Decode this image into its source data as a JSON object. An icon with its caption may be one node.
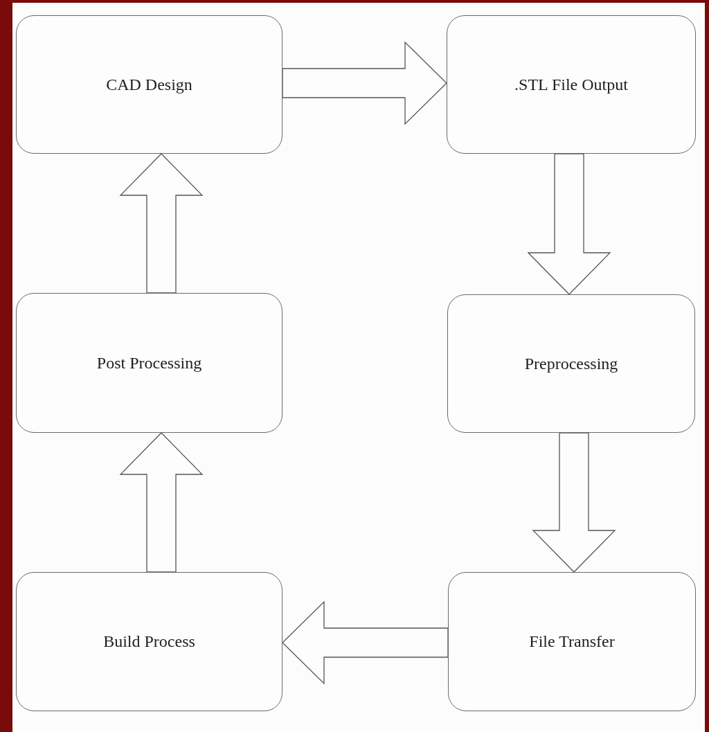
{
  "diagram": {
    "nodes": [
      {
        "text": [
          "CAD Design"
        ]
      },
      {
        "text": [
          ".STL File Output"
        ]
      },
      {
        "text": [
          "Post Processing"
        ]
      },
      {
        "text": [
          "Preprocessing"
        ]
      },
      {
        "text": [
          "Build Process"
        ]
      },
      {
        "text": [
          "File Transfer"
        ]
      }
    ],
    "edges": [
      {
        "from": 0,
        "to": 1,
        "arrow": "to"
      },
      {
        "from": 1,
        "to": 3,
        "arrow": "to"
      },
      {
        "from": 3,
        "to": 5,
        "arrow": "to"
      },
      {
        "from": 5,
        "to": 4,
        "arrow": "to"
      },
      {
        "from": 4,
        "to": 2,
        "arrow": "to"
      },
      {
        "from": 2,
        "to": 0,
        "arrow": "to"
      }
    ]
  }
}
